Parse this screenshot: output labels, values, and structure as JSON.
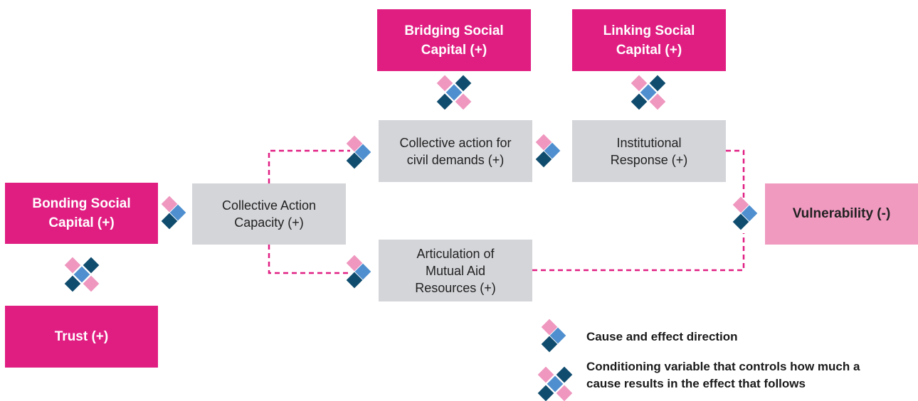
{
  "nodes": {
    "bonding": "Bonding Social\nCapital (+)",
    "trust": "Trust (+)",
    "bridging": "Bridging Social\nCapital (+)",
    "linking": "Linking Social\nCapital (+)",
    "collective_capacity": "Collective Action\nCapacity (+)",
    "civil_demands": "Collective action for\ncivil demands (+)",
    "institutional": "Institutional\nResponse (+)",
    "mutual_aid": "Articulation of\nMutual Aid\nResources (+)",
    "vulnerability": "Vulnerability (-)"
  },
  "legend": {
    "cause_effect": "Cause and effect direction",
    "conditioning": "Conditioning variable that controls how much a\ncause results in the effect that follows"
  },
  "colors": {
    "magenta": "#e01e82",
    "light_pink": "#f09ac0",
    "grey": "#d4d5d9",
    "dark_teal": "#0f4c6e",
    "mid_blue": "#4f8fcf",
    "pink_diamond": "#ef97bf",
    "connector": "#e01e82"
  },
  "icons": {
    "cause_effect": "cause-effect-diamond-icon",
    "conditioning": "conditioning-x-icon"
  }
}
